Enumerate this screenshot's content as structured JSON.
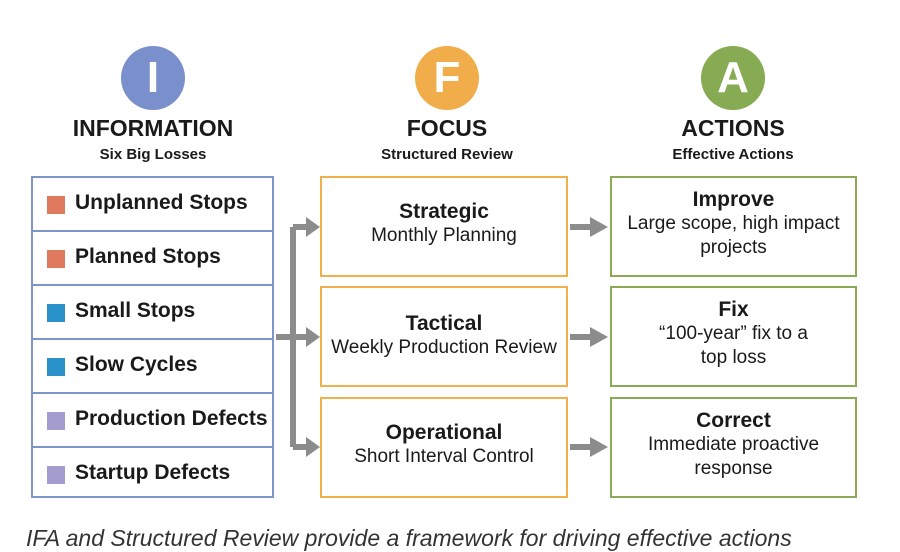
{
  "columns": {
    "info": {
      "letter": "I",
      "title": "INFORMATION",
      "subtitle": "Six Big Losses",
      "color": "#7a90cc"
    },
    "focus": {
      "letter": "F",
      "title": "FOCUS",
      "subtitle": "Structured Review",
      "color": "#f0ad4a"
    },
    "actions": {
      "letter": "A",
      "title": "ACTIONS",
      "subtitle": "Effective Actions",
      "color": "#86ab52"
    }
  },
  "losses": [
    {
      "label": "Unplanned Stops",
      "color": "#e07a5f"
    },
    {
      "label": "Planned Stops",
      "color": "#e07a5f"
    },
    {
      "label": "Small Stops",
      "color": "#2a92c8"
    },
    {
      "label": "Slow Cycles",
      "color": "#2a92c8"
    },
    {
      "label": "Production Defects",
      "color": "#a49bce"
    },
    {
      "label": "Startup Defects",
      "color": "#a49bce"
    }
  ],
  "focus_items": [
    {
      "title": "Strategic",
      "subtitle": "Monthly Planning"
    },
    {
      "title": "Tactical",
      "subtitle": "Weekly Production Review"
    },
    {
      "title": "Operational",
      "subtitle": "Short Interval Control"
    }
  ],
  "action_items": [
    {
      "title": "Improve",
      "line1": "Large scope, high impact",
      "line2": "projects"
    },
    {
      "title": "Fix",
      "line1": "“100-year” fix to a",
      "line2": "top loss"
    },
    {
      "title": "Correct",
      "line1": "Immediate proactive",
      "line2": "response"
    }
  ],
  "caption": "IFA and Structured Review provide a framework for driving effective actions"
}
